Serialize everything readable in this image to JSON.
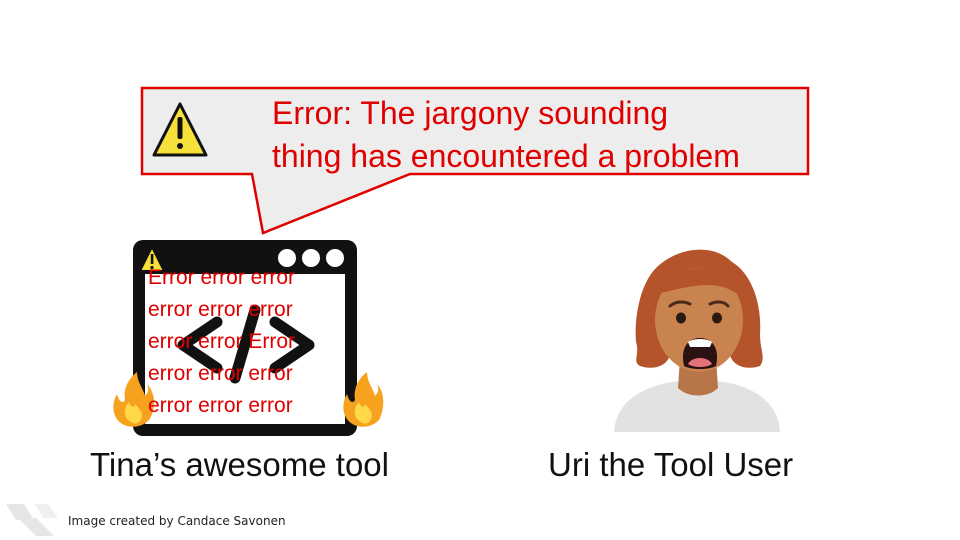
{
  "bubble": {
    "line1": "Error: The jargony sounding",
    "line2": "thing has encountered a problem"
  },
  "tool_window": {
    "error_lines": [
      "Error error error",
      "error error error",
      "error error Error",
      "error error error",
      "error error error"
    ],
    "icon": "code-brackets-icon"
  },
  "captions": {
    "left": "Tina’s awesome tool",
    "right": "Uri the Tool User"
  },
  "credit": "Image created by Candace Savonen",
  "colors": {
    "error_red": "#e00000",
    "warning_yellow": "#f6e13b",
    "bubble_fill": "#ededed",
    "skin": "#c9834f",
    "hair": "#b5542a"
  }
}
